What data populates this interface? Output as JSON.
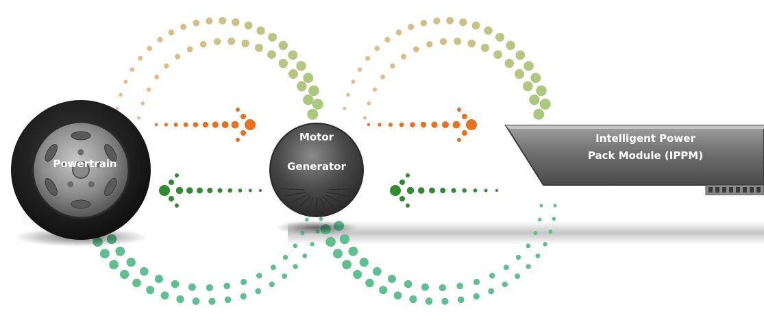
{
  "nodes": {
    "powertrain": {
      "label": "Powertrain"
    },
    "motor_generator": {
      "label_line1": "Motor",
      "label_line2": "Generator"
    },
    "ippm": {
      "label_line1": "Intelligent Power",
      "label_line2": "Pack Module (IPPM)"
    }
  },
  "colors": {
    "forward_arrow": "#e8701e",
    "return_arrow": "#2e8b2e",
    "arc_top_start": "#f0b890",
    "arc_top_end": "#a9c97d",
    "arc_bottom": "#5fbf8f",
    "wheel_tire": "#1a1a1a",
    "wheel_rim": "#8c8c8c",
    "motor_body": "#4a4a4a",
    "ippm_body": "#6e6e6e"
  }
}
